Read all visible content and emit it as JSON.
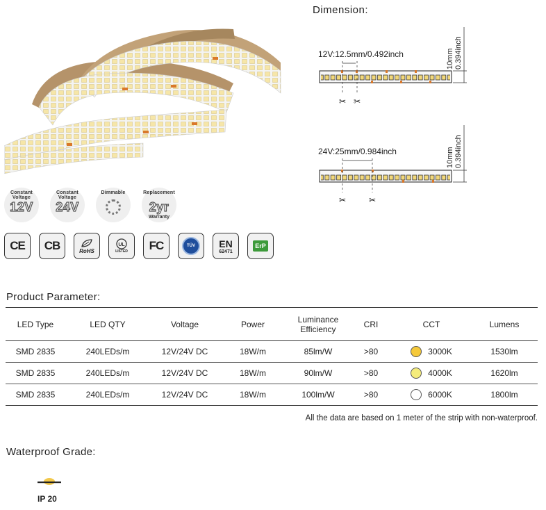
{
  "dimension": {
    "title": "Dimension:",
    "label_12v": "12V:12.5mm/0.492inch",
    "label_24v": "24V:25mm/0.984inch",
    "height_mm": "10mm",
    "height_inch": "0.394inch"
  },
  "badges": {
    "v12": {
      "caption": "Constant Voltage",
      "value": "12V"
    },
    "v24": {
      "caption": "Constant Voltage",
      "value": "24V"
    },
    "dimmable": {
      "caption": "Dimmable"
    },
    "warranty": {
      "caption": "Replacement",
      "value": "2yr",
      "caption2": "Warranty"
    }
  },
  "certs": {
    "ce": "CE",
    "cb": "CB",
    "rohs": "RoHS",
    "ul": "LISTED",
    "fc": "FC",
    "tuv": "TÜV",
    "en": "EN",
    "en_num": "62471",
    "erp": "ErP"
  },
  "params": {
    "title": "Product Parameter:",
    "headers": [
      "LED Type",
      "LED QTY",
      "Voltage",
      "Power",
      "Luminance",
      "Efficiency",
      "CRI",
      "CCT",
      "Lumens"
    ],
    "rows": [
      [
        "SMD 2835",
        "240LEDs/m",
        "12V/24V DC",
        "18W/m",
        "85lm/W",
        ">80",
        "3000K",
        "1530lm"
      ],
      [
        "SMD 2835",
        "240LEDs/m",
        "12V/24V DC",
        "18W/m",
        "90lm/W",
        ">80",
        "4000K",
        "1620lm"
      ],
      [
        "SMD 2835",
        "240LEDs/m",
        "12V/24V DC",
        "18W/m",
        "100lm/W",
        ">80",
        "6000K",
        "1800lm"
      ]
    ],
    "cct_colors": [
      "#f5c93a",
      "#f4ec7c",
      "#ffffff"
    ],
    "note": "All  the data are based on 1 meter of the strip with non-waterproof."
  },
  "waterproof": {
    "title": "Waterproof Grade:",
    "grade": "IP 20"
  }
}
